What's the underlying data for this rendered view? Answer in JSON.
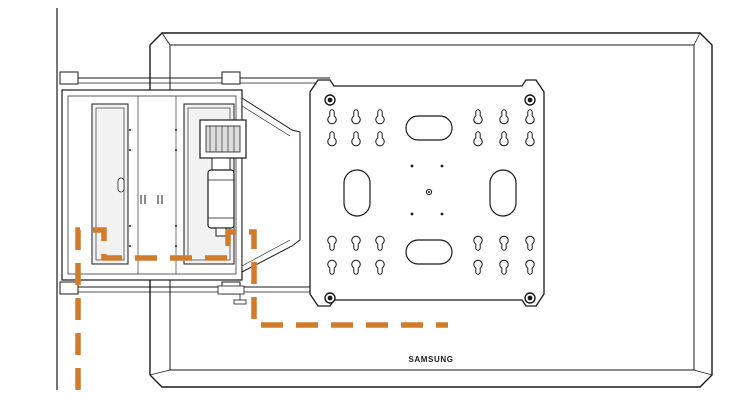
{
  "diagram": {
    "brand_label": "SAMSUNG",
    "colors": {
      "line": "#1a1a1a",
      "cable": "#d17c2c",
      "background": "#ffffff",
      "hole_fill": "#ffffff",
      "part_fill": "#f2f2f2"
    },
    "parts": [
      "wall-line",
      "tv-outer-bezel",
      "tv-screen",
      "vesa-mount-plate",
      "swing-arm-assembly",
      "motor-gear-unit",
      "cable-route"
    ]
  }
}
